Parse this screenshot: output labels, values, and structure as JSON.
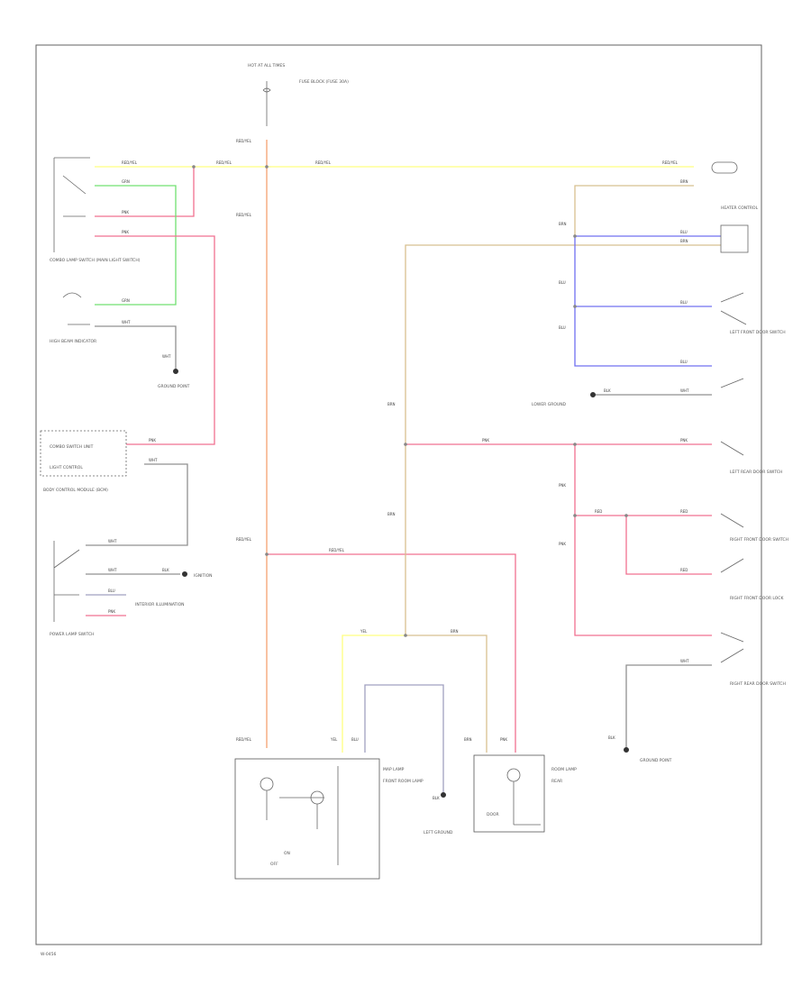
{
  "colors": {
    "red_yel": "#f5a070",
    "grn": "#70e070",
    "pnk": "#f07090",
    "wht": "#909090",
    "yel": "#ffff80",
    "brn": "#d8c090",
    "blu": "#7070f0",
    "vio": "#a0a0c0",
    "frame": "#606060"
  },
  "labels": {
    "fuse_box": "HOT AT ALL TIMES",
    "fuse": "FUSE BLOCK (FUSE 30A)",
    "combo_switch": "COMBO LAMP SWITCH (MAIN LIGHT SWITCH)",
    "high_beam": "HIGH BEAM INDICATOR",
    "ground_1": "GROUND POINT",
    "bcm_head": "COMBO SWITCH UNIT",
    "bcm_sub": "LIGHT CONTROL",
    "bcm_name": "BODY CONTROL MODULE (BCM)",
    "power_switch": "POWER LAMP SWITCH",
    "ignition": "IGNITION",
    "indicator": "INTERIOR ILLUMINATION",
    "left_front_door": "LEFT FRONT DOOR SWITCH",
    "left_rear_door": "LEFT REAR DOOR SWITCH",
    "right_front_door": "RIGHT FRONT DOOR SWITCH",
    "right_rear_door": "RIGHT REAR DOOR SWITCH",
    "right_front_2": "RIGHT FRONT DOOR LOCK",
    "ground_right": "GROUND POINT",
    "lower_ground": "LOWER GROUND",
    "map_lamp": "MAP LAMP",
    "map_sub": "FRONT ROOM LAMP",
    "room_lamp": "ROOM LAMP",
    "room_sub": "REAR",
    "ground_left": "LEFT GROUND",
    "heater_control": "HEATER CONTROL",
    "door": "DOOR",
    "on": "ON",
    "off": "OFF",
    "diagram_id": "W-0456"
  },
  "wires": {
    "red_yel": "RED/YEL",
    "grn": "GRN",
    "pnk": "PNK",
    "wht": "WHT",
    "yel": "YEL",
    "brn": "BRN",
    "blu": "BLU",
    "red": "RED",
    "blk": "BLK"
  }
}
